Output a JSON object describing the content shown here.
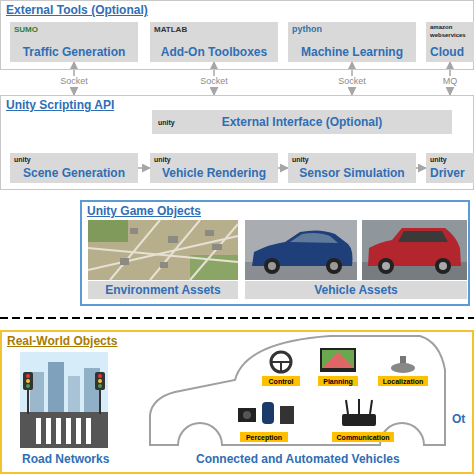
{
  "diagram": {
    "nodes": [
      {
        "text": [
          "External Tools (Optional)"
        ]
      },
      {
        "text": [
          "Traffic Generation"
        ],
        "in": 0
      },
      {
        "text": [
          "Add-On Toolboxes"
        ],
        "in": 0
      },
      {
        "text": [
          "Machine Learning"
        ],
        "in": 0
      },
      {
        "text": [
          "Cloud"
        ],
        "in": 0
      },
      {
        "text": [
          "Unity Scripting API"
        ]
      },
      {
        "text": [
          "External Interface (Optional)"
        ],
        "in": 5
      },
      {
        "text": [
          "Scene Generation"
        ],
        "in": 5
      },
      {
        "text": [
          "Vehicle Rendering"
        ],
        "in": 5
      },
      {
        "text": [
          "Sensor Simulation"
        ],
        "in": 5
      },
      {
        "text": [
          "Driver"
        ],
        "in": 5
      },
      {
        "text": [
          "Unity Game Objects"
        ]
      },
      {
        "text": [
          "Environment Assets"
        ],
        "in": 11
      },
      {
        "text": [
          "Vehicle Assets"
        ],
        "in": 11
      },
      {
        "text": [
          "Real-World Objects"
        ]
      },
      {
        "text": [
          "Control"
        ],
        "in": 14
      },
      {
        "text": [
          "Planning"
        ],
        "in": 14
      },
      {
        "text": [
          "Localization"
        ],
        "in": 14
      },
      {
        "text": [
          "Perception"
        ],
        "in": 14
      },
      {
        "text": [
          "Communication"
        ],
        "in": 14
      }
    ],
    "edges": [
      {
        "from": 1,
        "to": 5,
        "label": "Socket",
        "arrow": "both"
      },
      {
        "from": 2,
        "to": 5,
        "label": "Socket",
        "arrow": "both"
      },
      {
        "from": 3,
        "to": 5,
        "label": "Socket",
        "arrow": "both"
      },
      {
        "from": 4,
        "to": 5,
        "label": "MQ",
        "arrow": "both"
      },
      {
        "from": 7,
        "to": 8,
        "arrow": "to"
      },
      {
        "from": 8,
        "to": 9,
        "arrow": "to"
      },
      {
        "from": 9,
        "to": 10,
        "arrow": "to"
      }
    ],
    "labels": [
      "SUMO",
      "MATLAB",
      "python",
      "amazon webservices",
      "unity",
      "unity",
      "unity",
      "unity",
      "unity",
      "Road Networks",
      "Connected and Automated Vehicles",
      "Ot"
    ]
  }
}
